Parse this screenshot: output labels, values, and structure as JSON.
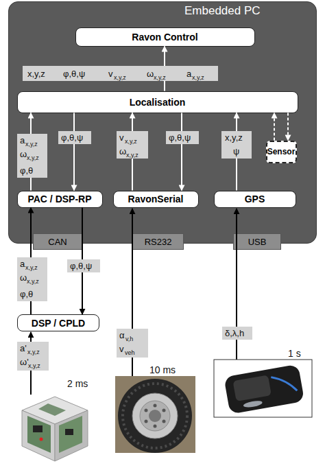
{
  "diagram": {
    "nodes": [
      {
        "text": [
          "Embedded PC"
        ]
      },
      {
        "text": [
          "Ravon Control"
        ],
        "in": 0
      },
      {
        "text": [
          "Localisation"
        ],
        "in": 0
      },
      {
        "text": [
          "Sensor"
        ],
        "in": 0
      },
      {
        "text": [
          "PAC / DSP-RP"
        ],
        "in": 0
      },
      {
        "text": [
          "RavonSerial"
        ],
        "in": 0
      },
      {
        "text": [
          "GPS"
        ],
        "in": 0
      },
      {
        "text": [
          "CAN"
        ]
      },
      {
        "text": [
          "RS232"
        ]
      },
      {
        "text": [
          "USB"
        ]
      },
      {
        "text": [
          "DSP / CPLD"
        ]
      }
    ],
    "edges": [
      {
        "from": 2,
        "to": 1,
        "arrow": "to"
      },
      {
        "from": 4,
        "to": 2,
        "arrow": "to"
      },
      {
        "from": 2,
        "to": 4,
        "arrow": "to"
      },
      {
        "from": 5,
        "to": 2,
        "arrow": "to"
      },
      {
        "from": 2,
        "to": 5,
        "arrow": "to"
      },
      {
        "from": 6,
        "to": 2,
        "arrow": "to"
      },
      {
        "from": 2,
        "to": 3,
        "arrow": "to"
      },
      {
        "from": 3,
        "to": 2,
        "arrow": "to"
      },
      {
        "from": 10,
        "to": 4,
        "arrow": "to"
      },
      {
        "from": 4,
        "to": 10,
        "arrow": "to"
      }
    ],
    "labels": [
      "x,y,z",
      "φ,θ,ψ",
      "v",
      "x,y,z",
      "ω",
      "x,y,z",
      "a",
      "x,y,z",
      "a",
      "x,y,z",
      "ω",
      "x,y,z",
      "φ,θ",
      "φ,θ,ψ",
      "v",
      "x,y,z",
      "ω",
      "x,y,z",
      "φ,θ,ψ",
      "x,y,z",
      "ψ",
      "a",
      "x,y,z",
      "ω",
      "x,y,z",
      "φ,θ",
      "φ,θ,ψ",
      "a'",
      "x,y,z",
      "ω'",
      "x,y,z",
      "2 ms",
      "α",
      "v,h",
      "v",
      "veh",
      "10 ms",
      "δ,λ,h",
      "1 s"
    ]
  }
}
